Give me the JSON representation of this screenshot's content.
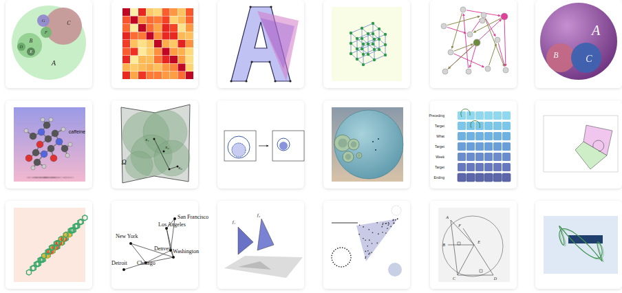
{
  "diagram": {
    "nodes": [
      {
        "text": [
          "A"
        ]
      },
      {
        "text": [
          "C"
        ],
        "in": 0
      },
      {
        "text": [
          "G"
        ],
        "in": 1
      },
      {
        "text": [
          "F"
        ],
        "in": 1
      },
      {
        "text": [
          "B"
        ],
        "in": 0
      },
      {
        "text": [
          "D"
        ],
        "in": 4
      },
      {
        "text": [
          "E"
        ],
        "in": 4
      },
      {
        "text": [
          "A"
        ]
      },
      {
        "text": [
          "B"
        ],
        "in": 7
      },
      {
        "text": [
          "C"
        ],
        "in": 7
      }
    ],
    "labels": [
      "caffeine",
      "Ω",
      "x₁",
      "x₂",
      "x₃",
      "Preceding",
      "Target",
      "What",
      "Target",
      "Week",
      "Target",
      "Ending",
      "San Francisco",
      "Los Angeles",
      "New York",
      "Washington",
      "Denver",
      "Chicago",
      "Detroit",
      "f₁",
      "f₂",
      "A",
      "B",
      "C",
      "D",
      "E",
      "F"
    ]
  }
}
